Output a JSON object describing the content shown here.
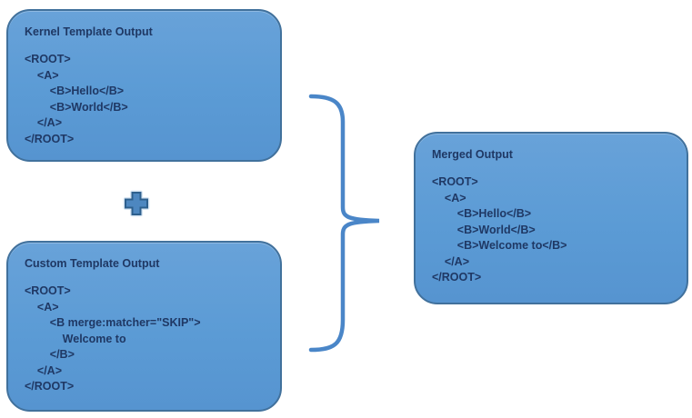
{
  "kernel_box": {
    "title": "Kernel Template Output",
    "code": [
      "<ROOT>",
      "    <A>",
      "        <B>Hello</B>",
      "        <B>World</B>",
      "    </A>",
      "</ROOT>"
    ]
  },
  "custom_box": {
    "title": "Custom Template Output",
    "code": [
      "<ROOT>",
      "    <A>",
      "        <B merge:matcher=\"SKIP\">",
      "            Welcome to",
      "        </B>",
      "    </A>",
      "</ROOT>"
    ]
  },
  "merged_box": {
    "title": "Merged Output",
    "code": [
      "<ROOT>",
      "    <A>",
      "        <B>Hello</B>",
      "        <B>World</B>",
      "        <B>Welcome to</B>",
      "    </A>",
      "</ROOT>"
    ]
  },
  "operators": {
    "plus_icon": "plus",
    "brace_icon": "right-curly-brace"
  },
  "colors": {
    "box_fill": "#5B9BD5",
    "box_border": "#41719C",
    "text": "#1F3864",
    "brace_stroke": "#4A86C8",
    "plus_fill": "#4D87C0",
    "plus_border": "#2D5F8D",
    "background": "#FFFFFF"
  }
}
